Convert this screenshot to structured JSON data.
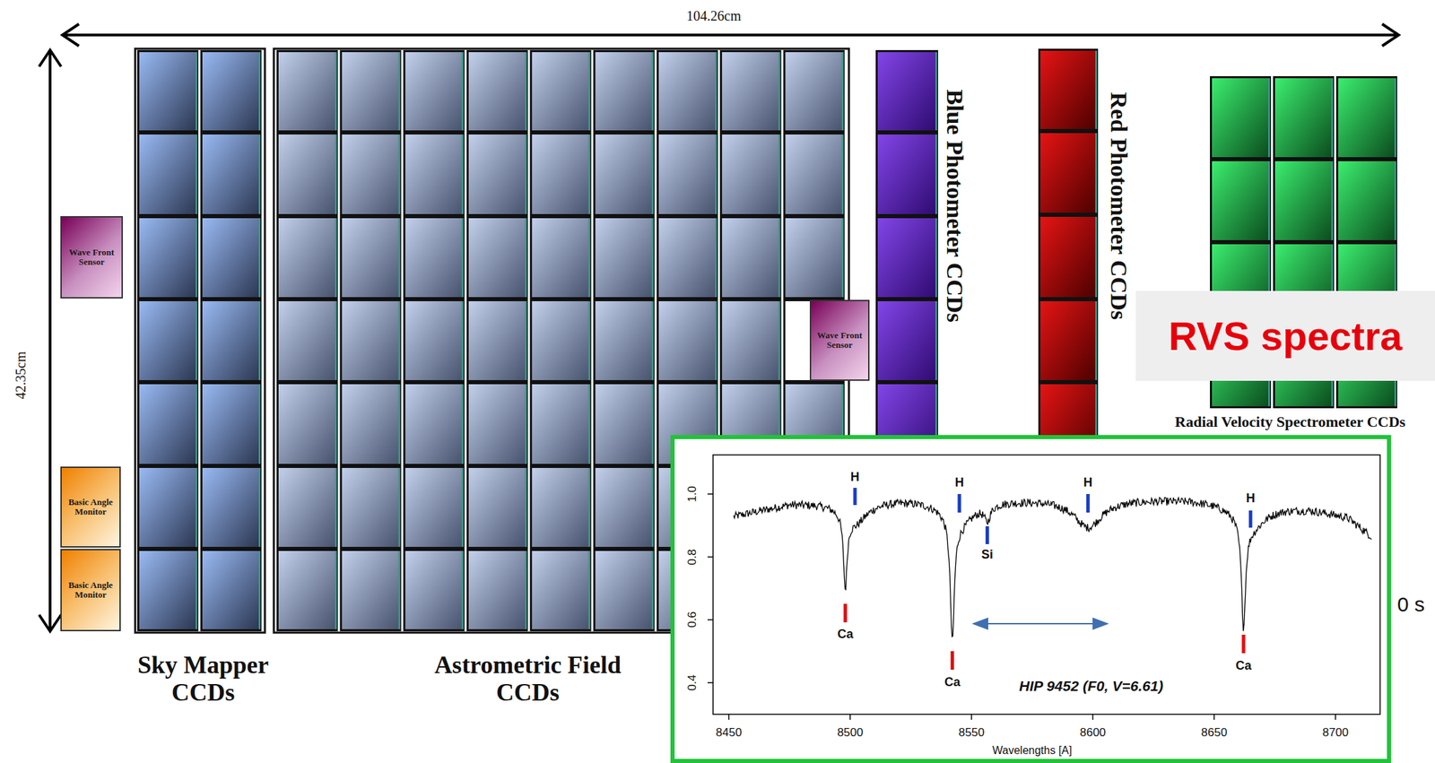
{
  "diagram": {
    "nodes": [
      {
        "text": [
          "Wave Front Sensor"
        ]
      },
      {
        "text": [
          "Basic Angle Monitor"
        ]
      },
      {
        "text": [
          "Basic Angle Monitor"
        ]
      },
      {
        "text": [
          "Wave Front Sensor"
        ]
      },
      {
        "text": [
          "RVS spectra"
        ]
      }
    ],
    "labels": [
      "104.26cm",
      "42.35cm",
      "Sky Mapper CCDs",
      "Astrometric Field CCDs",
      "Blue Photometer CCDs",
      "Red Photometer CCDs",
      "Radial Velocity Spectrometer CCDs",
      "0 s",
      "1.0",
      "0.8",
      "0.6",
      "0.4",
      "8450",
      "8500",
      "8550",
      "8600",
      "8650",
      "8700",
      "Wavelengths [A]",
      "H",
      "H",
      "H",
      "H",
      "Si",
      "Ca",
      "Ca",
      "Ca",
      "HIP 9452 (F0, V=6.61)"
    ]
  }
}
